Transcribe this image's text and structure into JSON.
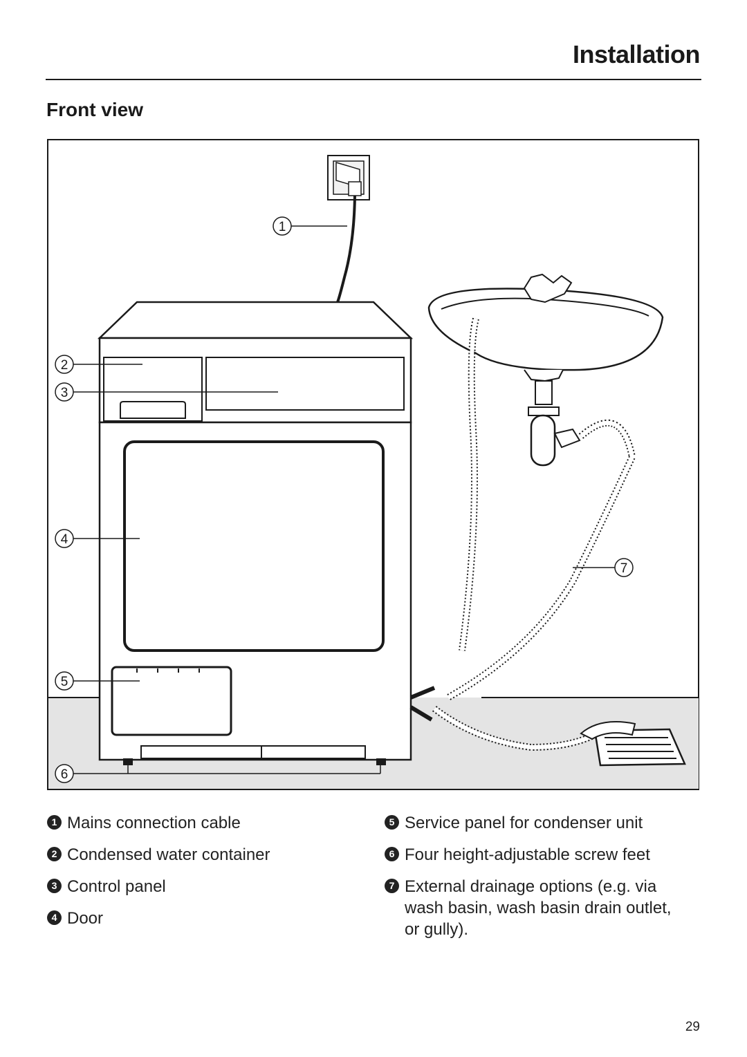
{
  "header": {
    "title": "Installation"
  },
  "section": {
    "title": "Front view"
  },
  "figure": {
    "callouts": [
      "1",
      "2",
      "3",
      "4",
      "5",
      "6",
      "7"
    ]
  },
  "legend": {
    "left": [
      {
        "num": "1",
        "text": "Mains connection cable"
      },
      {
        "num": "2",
        "text": "Condensed water container"
      },
      {
        "num": "3",
        "text": "Control panel"
      },
      {
        "num": "4",
        "text": "Door"
      }
    ],
    "right": [
      {
        "num": "5",
        "text": "Service panel for condenser unit"
      },
      {
        "num": "6",
        "text": "Four height-adjustable screw feet"
      },
      {
        "num": "7",
        "text": "External drainage options (e.g. via wash basin, wash basin drain outlet, or gully)."
      }
    ]
  },
  "footer": {
    "page_number": "29"
  }
}
